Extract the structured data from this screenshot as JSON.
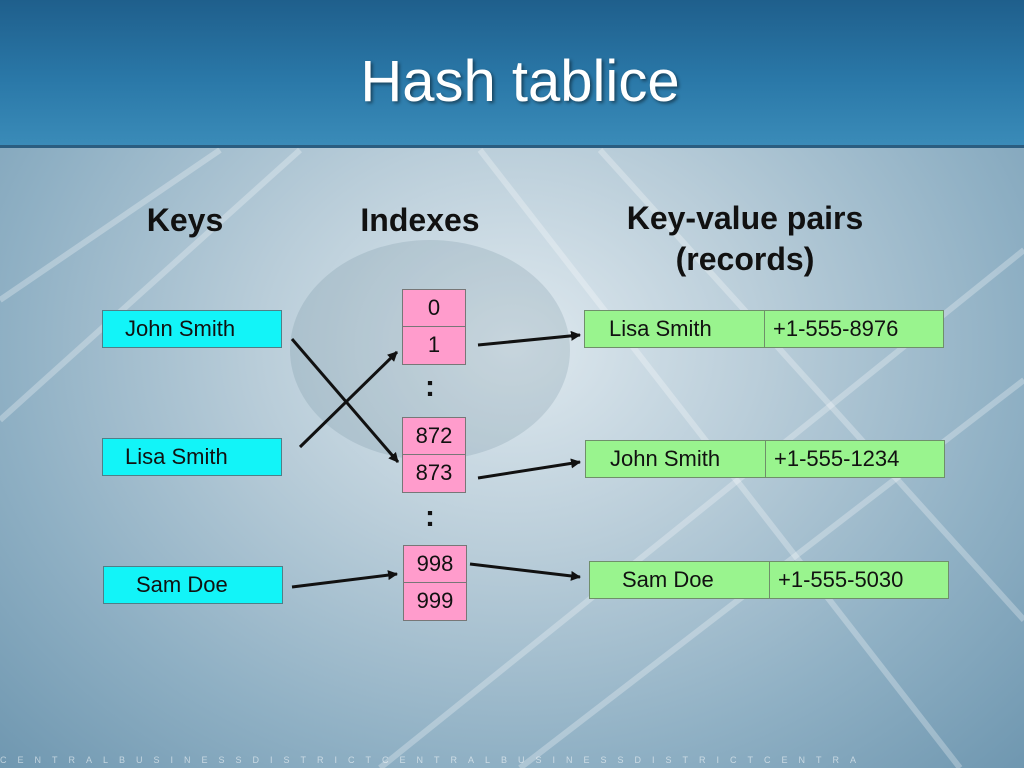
{
  "slide": {
    "title": "Hash tablice",
    "footer": "CENTRALBUSINESSDISTRICTCENTRALBUSINESSDISTRICTCENTRA"
  },
  "diagram": {
    "headers": {
      "keys": "Keys",
      "indexes": "Indexes",
      "records_line1": "Key-value pairs",
      "records_line2": "(records)"
    },
    "keys": [
      "John Smith",
      "Lisa Smith",
      "Sam Doe"
    ],
    "indexes": [
      "0",
      "1",
      "872",
      "873",
      "998",
      "999"
    ],
    "ellipsis": ":",
    "records": [
      {
        "name": "Lisa Smith",
        "phone": "+1-555-8976"
      },
      {
        "name": "John Smith",
        "phone": "+1-555-1234"
      },
      {
        "name": "Sam Doe",
        "phone": "+1-555-5030"
      }
    ]
  },
  "colors": {
    "key_box": "#12f4f8",
    "index_cell": "#ff9ccc",
    "record_box": "#99f48e",
    "title_bar": "#2a78a8"
  }
}
